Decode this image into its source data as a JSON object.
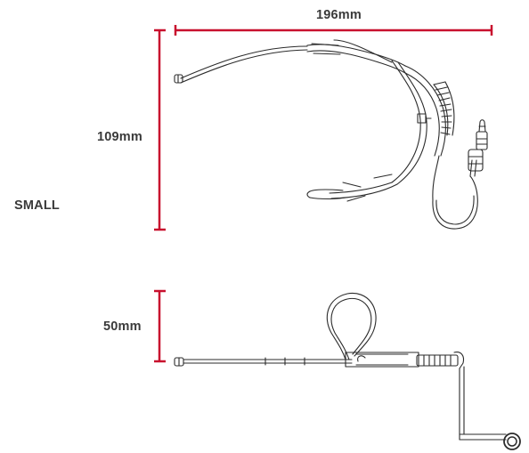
{
  "dimensions": {
    "width_label": "196mm",
    "height_label": "109mm",
    "depth_label": "50mm"
  },
  "size_label": "SMALL",
  "colors": {
    "dimension_line": "#c8102e",
    "drawing_line": "#2b2b2b",
    "label_text": "#3a3a3a"
  }
}
